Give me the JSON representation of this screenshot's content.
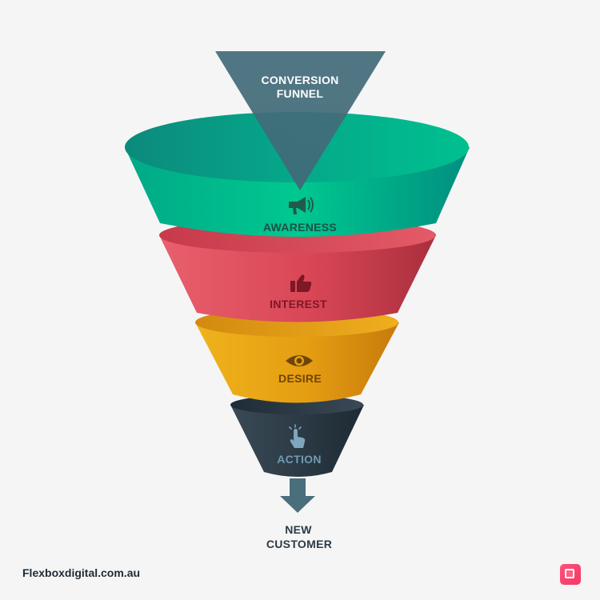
{
  "title": {
    "line1": "CONVERSION",
    "line2": "FUNNEL"
  },
  "stages": [
    {
      "label": "AWARENESS",
      "icon": "megaphone-icon",
      "color": "#00bf8f"
    },
    {
      "label": "INTEREST",
      "icon": "thumbs-up-icon",
      "color": "#e0505f"
    },
    {
      "label": "DESIRE",
      "icon": "eye-icon",
      "color": "#e8a514"
    },
    {
      "label": "ACTION",
      "icon": "hand-pointer-icon",
      "color": "#2e3d48"
    }
  ],
  "outcome": {
    "line1": "NEW",
    "line2": "CUSTOMER"
  },
  "footer": {
    "url": "Flexboxdigital.com.au"
  }
}
